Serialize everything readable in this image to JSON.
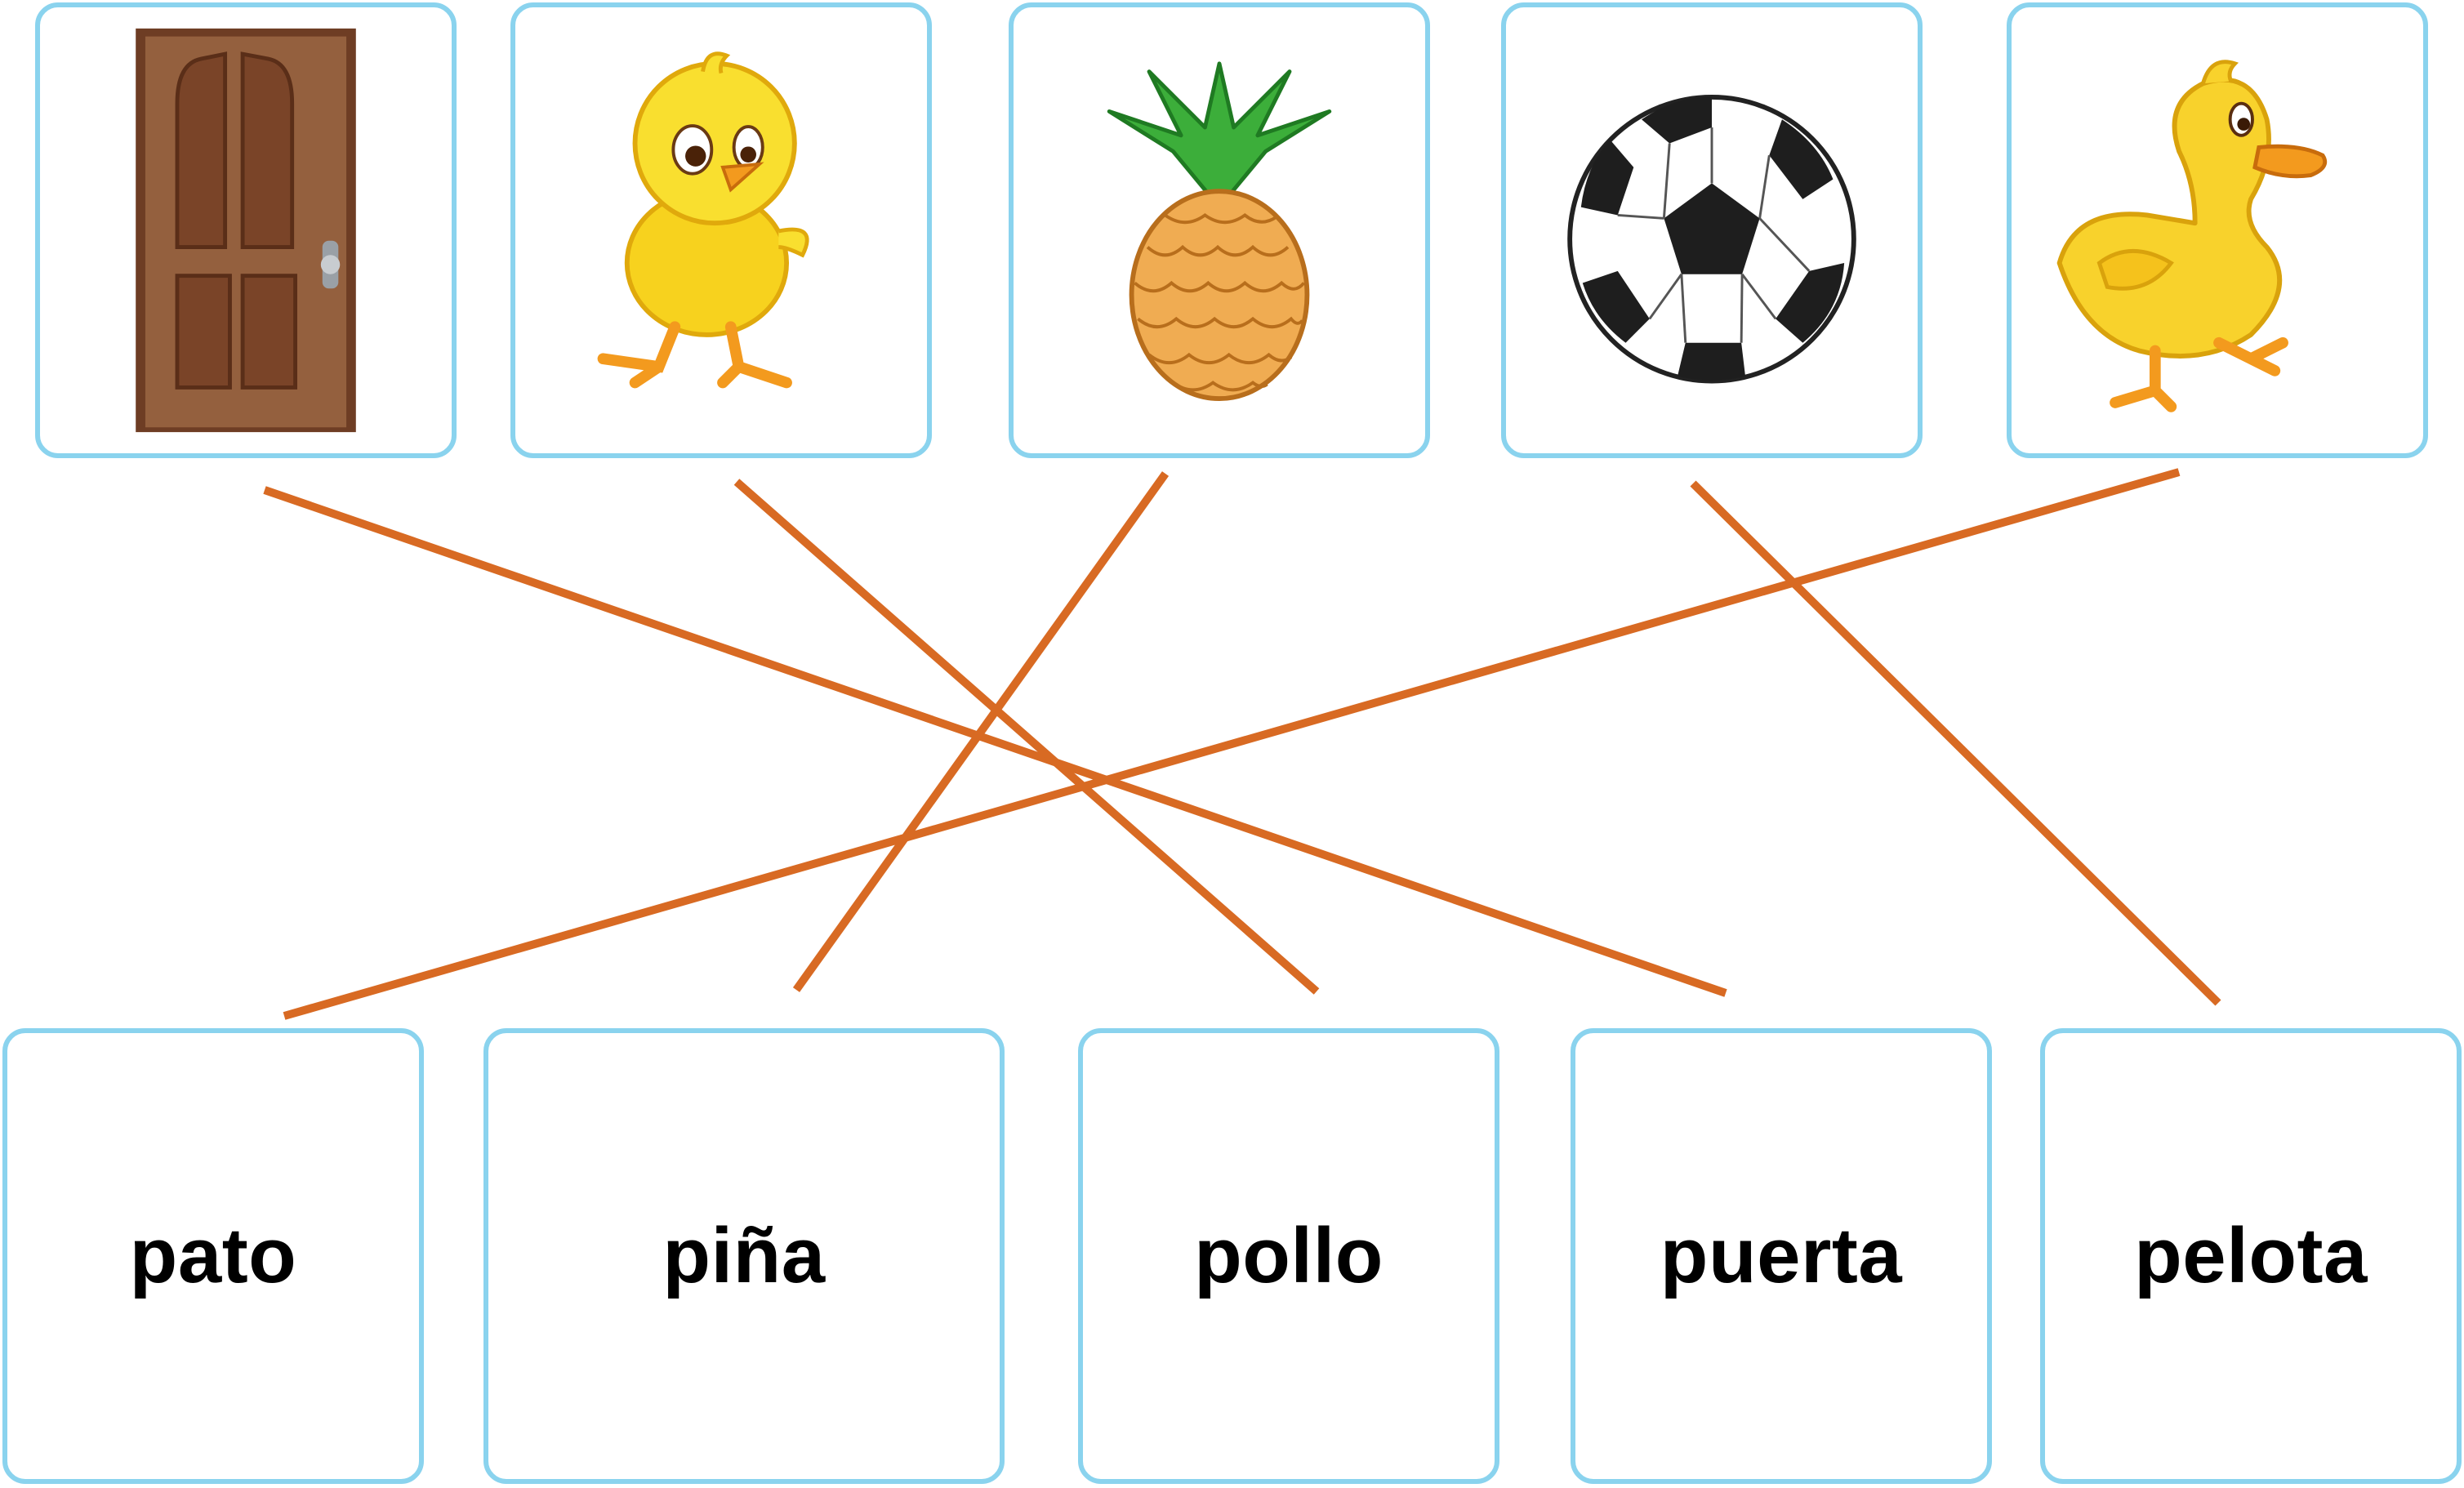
{
  "colors": {
    "card_border": "#8ad3ee",
    "line": "#d86a23",
    "text": "#000000"
  },
  "pictures": [
    {
      "name": "door",
      "icon": "door-icon"
    },
    {
      "name": "chick",
      "icon": "chick-icon"
    },
    {
      "name": "pineapple",
      "icon": "pineapple-icon"
    },
    {
      "name": "soccer ball",
      "icon": "soccer-ball-icon"
    },
    {
      "name": "duck",
      "icon": "duck-icon"
    }
  ],
  "words": [
    {
      "label": "pato"
    },
    {
      "label": "piña"
    },
    {
      "label": "pollo"
    },
    {
      "label": "puerta"
    },
    {
      "label": "pelota"
    }
  ],
  "connections": [
    {
      "picture": 0,
      "word": 3
    },
    {
      "picture": 1,
      "word": 2
    },
    {
      "picture": 2,
      "word": 1
    },
    {
      "picture": 3,
      "word": 4
    },
    {
      "picture": 4,
      "word": 0
    }
  ]
}
